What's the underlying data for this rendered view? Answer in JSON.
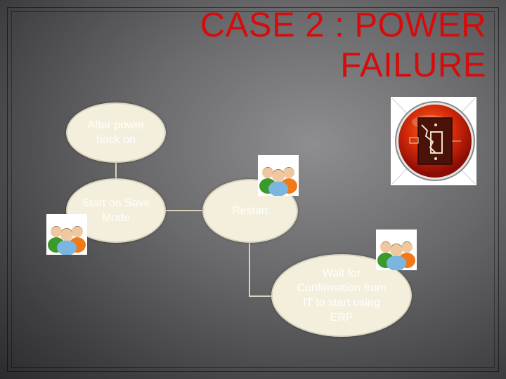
{
  "slide": {
    "title_line1": "CASE 2 : POWER",
    "title_line2": "FAILURE"
  },
  "nodes": {
    "after_power": "After power back on",
    "start_save_mode": "Start on Save Mode",
    "restart": "Restart",
    "wait_confirmation": "Wait for Confirmation from IT to start using ERP"
  },
  "colors": {
    "title": "#d80b0b",
    "node_fill": "#f3efdc",
    "connector": "#d9d3bc"
  },
  "icons": [
    "users-group-icon",
    "power-switch-icon"
  ]
}
